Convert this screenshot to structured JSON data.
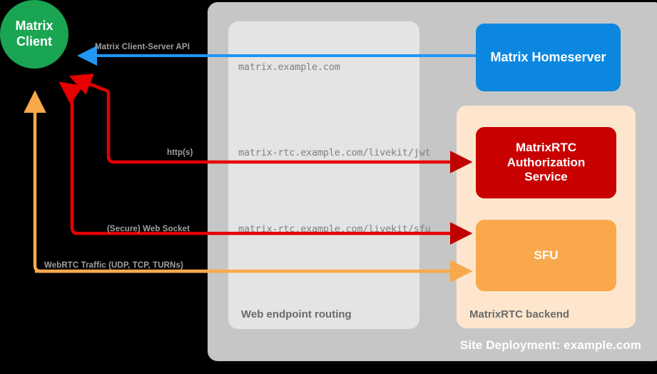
{
  "diagram": {
    "title": "Site Deployment: example.com",
    "site_container": {
      "label": "Site Deployment: example.com"
    },
    "web_routing": {
      "label": "Web endpoint routing",
      "endpoints": [
        {
          "url": "matrix.example.com"
        },
        {
          "url": "matrix-rtc.example.com/livekit/jwt"
        },
        {
          "url": "matrix-rtc.example.com/livekit/sfu"
        }
      ]
    },
    "rtc_backend": {
      "label": "MatrixRTC backend"
    },
    "nodes": [
      {
        "id": "client",
        "label": "Matrix\nClient",
        "line1": "Matrix",
        "line2": "Client",
        "color": "#19a552"
      },
      {
        "id": "homeserver",
        "label": "Matrix Homeserver",
        "color": "#0c87e0"
      },
      {
        "id": "auth",
        "label": "MatrixRTC Authorization Service",
        "line1": "MatrixRTC",
        "line2": "Authorization",
        "line3": "Service",
        "color": "#c90000"
      },
      {
        "id": "sfu",
        "label": "SFU",
        "color": "#f9a94b"
      }
    ],
    "edges": [
      {
        "id": "cs-api",
        "label": "Matrix Client-Server API",
        "color": "#2196f3",
        "from": "homeserver",
        "to": "client"
      },
      {
        "id": "https",
        "label": "http(s)",
        "color": "#e60000",
        "from": "auth",
        "to": "client"
      },
      {
        "id": "websocket",
        "label": "(Secure) Web Socket",
        "color": "#e60000",
        "from": "sfu",
        "to": "client"
      },
      {
        "id": "webrtc",
        "label": "WebRTC Traffic (UDP, TCP, TURNs)",
        "color": "#f9a94b",
        "from": "sfu",
        "to": "client"
      }
    ],
    "colors": {
      "background": "#000000",
      "site_bg": "#c6c6c6",
      "routing_bg": "#e4e4e4",
      "backend_bg": "#fde6cd",
      "blue": "#0c87e0",
      "green": "#19a552",
      "red": "#c90000",
      "orange": "#f9a94b",
      "arrow_blue": "#2196f3",
      "arrow_red": "#e60000",
      "label_gray": "#a0a0a0",
      "box_label_gray": "#6b6b6b",
      "url_gray": "#808080"
    }
  }
}
